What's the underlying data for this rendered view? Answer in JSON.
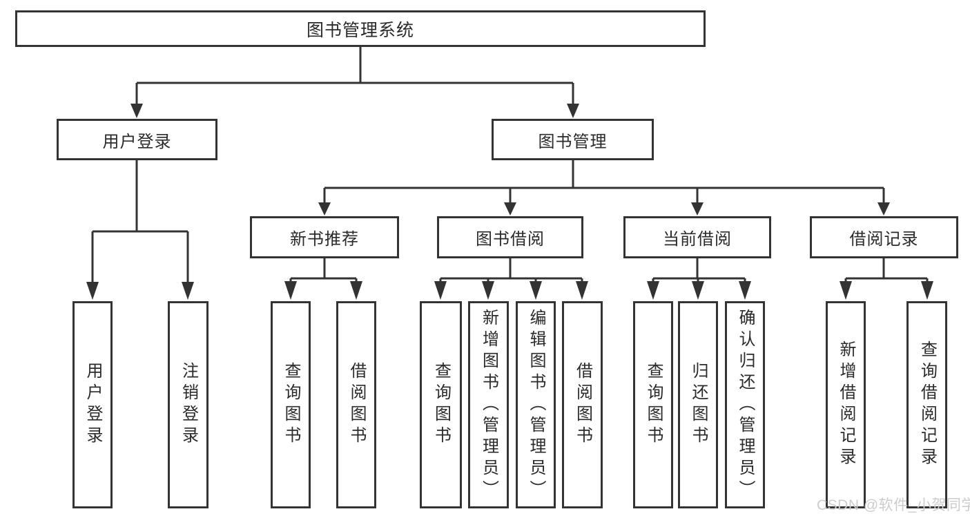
{
  "diagram": {
    "title": "图书管理系统",
    "type": "hierarchy",
    "line_color": "#333333",
    "text_color": "#2a2a2a",
    "background_color": "#ffffff",
    "nodes": {
      "root": "图书管理系统",
      "user_login": "用户登录",
      "book_management": "图书管理",
      "new_book_recommend": "新书推荐",
      "book_borrowing": "图书借阅",
      "current_borrowing": "当前借阅",
      "borrowing_records": "借阅记录",
      "leaf_user_login": "用户登录",
      "leaf_logout": "注销登录",
      "leaf_query_books_recommend": "查询图书",
      "leaf_borrow_books_recommend": "借阅图书",
      "leaf_query_books_borrowing": "查询图书",
      "leaf_add_books_admin": "新增图书（管理员）",
      "leaf_edit_books_admin": "编辑图书（管理员）",
      "leaf_borrow_books_borrowing": "借阅图书",
      "leaf_query_books_current": "查询图书",
      "leaf_return_books": "归还图书",
      "leaf_confirm_return_admin": "确认归还（管理员）",
      "leaf_add_borrow_record": "新增借阅记录",
      "leaf_query_borrow_record": "查询借阅记录"
    },
    "tree": {
      "图书管理系统": {
        "用户登录": [
          "用户登录",
          "注销登录"
        ],
        "图书管理": {
          "新书推荐": [
            "查询图书",
            "借阅图书"
          ],
          "图书借阅": [
            "查询图书",
            "新增图书（管理员）",
            "编辑图书（管理员）",
            "借阅图书"
          ],
          "当前借阅": [
            "查询图书",
            "归还图书",
            "确认归还（管理员）"
          ],
          "借阅记录": [
            "新增借阅记录",
            "查询借阅记录"
          ]
        }
      }
    }
  },
  "watermark": {
    "text": "CSDN @软件_小贺同学",
    "color": "#cccccc"
  }
}
